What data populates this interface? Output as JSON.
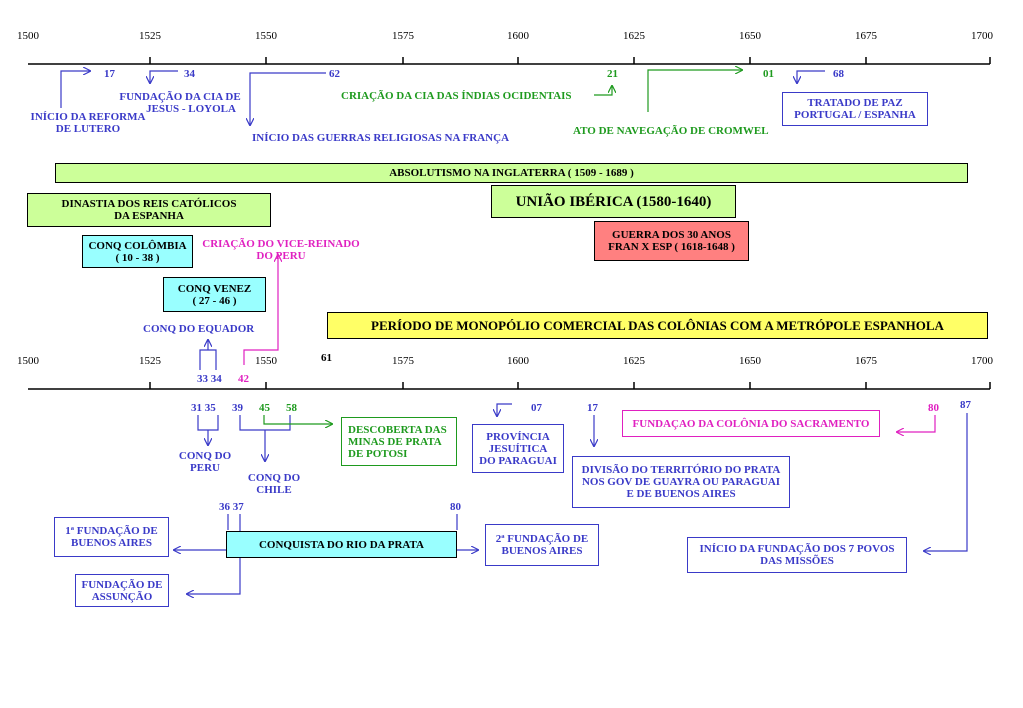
{
  "colors": {
    "blue": "#3a3ac8",
    "green": "#1e9a1e",
    "magenta": "#e020c0",
    "black": "#000000",
    "lightgreen": "#ccff99",
    "cyan": "#99ffff",
    "yellow": "#ffff66",
    "red": "#ff8080"
  },
  "axis_ticks": [
    "1500",
    "1525",
    "1550",
    "1575",
    "1600",
    "1625",
    "1650",
    "1675",
    "1700"
  ],
  "top": {
    "n17": "17",
    "n34": "34",
    "n62": "62",
    "n21": "21",
    "n01": "01",
    "n68": "68",
    "reforma": [
      "INÍCIO DA REFORMA",
      "DE LUTERO"
    ],
    "jesus": [
      "FUNDAÇÃO DA CIA DE",
      "JESUS - LOYOLA"
    ],
    "guerras_religiosas": "INÍCIO DAS GUERRAS RELIGIOSAS NA FRANÇA",
    "indias": "CRIAÇÃO DA CIA DAS ÍNDIAS OCIDENTAIS",
    "cromwel": "ATO DE NAVEGAÇÃO DE CROMWEL",
    "tratado": [
      "TRATADO DE PAZ",
      "PORTUGAL / ESPANHA"
    ]
  },
  "middle": {
    "absolutismo": "ABSOLUTISMO NA INGLATERRA  ( 1509 - 1689 )",
    "dinastia": [
      "DINASTIA DOS REIS CATÓLICOS",
      "DA ESPANHA"
    ],
    "uniao": "UNIÃO IBÉRICA (1580-1640)",
    "guerra30": [
      "GUERRA DOS 30 ANOS",
      "FRAN X ESP ( 1618-1648 )"
    ],
    "colombia": [
      "CONQ  COLÔMBIA",
      "( 10 - 38 )"
    ],
    "vicereinado": [
      "CRIAÇÃO DO VICE-REINADO",
      "DO PERU"
    ],
    "venez": [
      "CONQ   VENEZ",
      "( 27 - 46 )"
    ],
    "equador": "CONQ DO EQUADOR",
    "monopolio": "PERÍODO DE MONOPÓLIO COMERCIAL DAS COLÔNIAS COM A METRÓPOLE ESPANHOLA"
  },
  "bottom": {
    "n33_34": "33 34",
    "n42": "42",
    "n61": "61",
    "n31_35": "31  35",
    "n39": "39",
    "n45": "45",
    "n58": "58",
    "n07": "07",
    "n17": "17",
    "n80a": "80",
    "n87": "87",
    "n36_37": "36 37",
    "n80b": "80",
    "peru": [
      "CONQ DO",
      "PERU"
    ],
    "chile": [
      "CONQ DO",
      "CHILE"
    ],
    "potosi": [
      "DESCOBERTA DAS",
      "MINAS DE  PRATA",
      "DE   POTOSI"
    ],
    "provincia": [
      "PROVÍNCIA",
      "JESUÍTICA",
      "DO PARAGUAI"
    ],
    "divisao": [
      "DIVISÃO DO TERRITÓRIO DO PRATA",
      "NOS GOV DE GUAYRA OU PARAGUAI",
      "E  DE BUENOS AIRES"
    ],
    "sacramento": "FUNDAÇAO DA COLÔNIA DO SACRAMENTO",
    "buenos1": [
      "1ª FUNDAÇÃO DE",
      "BUENOS AIRES"
    ],
    "rio_prata": "CONQUISTA DO RIO DA PRATA",
    "buenos2": [
      "2ª FUNDAÇÃO DE",
      "BUENOS AIRES"
    ],
    "assuncao": [
      "FUNDAÇÃO DE",
      "ASSUNÇÃO"
    ],
    "missoes": [
      "INÍCIO DA FUNDAÇÃO DOS 7 POVOS",
      "DAS MISSÕES"
    ]
  }
}
